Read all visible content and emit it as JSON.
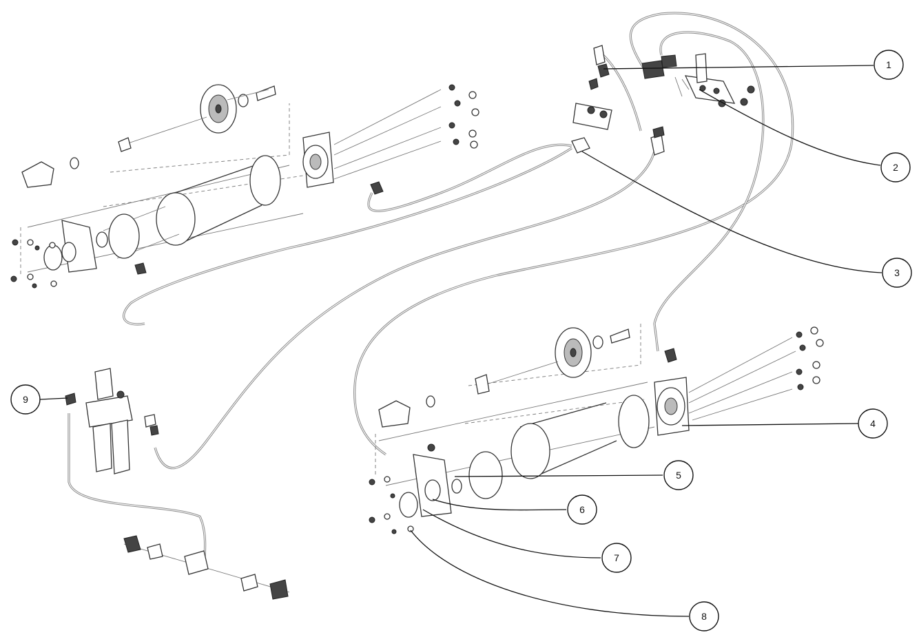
{
  "callouts": [
    {
      "label": "1"
    },
    {
      "label": "2"
    },
    {
      "label": "3"
    },
    {
      "label": "4"
    },
    {
      "label": "5"
    },
    {
      "label": "6"
    },
    {
      "label": "7"
    },
    {
      "label": "8"
    },
    {
      "label": "9"
    }
  ],
  "colors": {
    "line": "#555555",
    "hose": "#8a8a8a",
    "callout": "#111111"
  }
}
